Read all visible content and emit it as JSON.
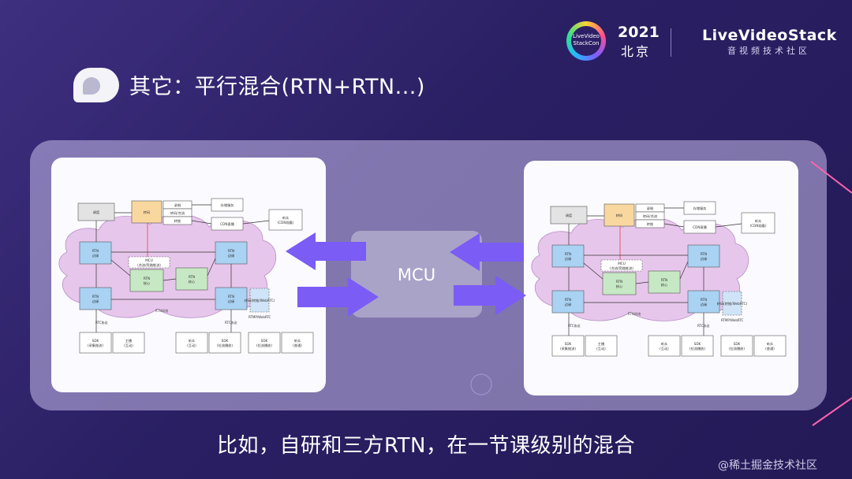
{
  "header": {
    "title": "其它：平行混合(RTN+RTN...)",
    "logo_ring_text": "LiveVideo StackCon",
    "year": "2021",
    "city": "北京",
    "brand": "LiveVideoStack",
    "brand_subtitle": "音视频技术社区"
  },
  "diagram": {
    "mcu_label": "MCU",
    "top_left_box": "调度",
    "orange_box": "转码",
    "right_small_boxes": [
      "录制",
      "转码/合流",
      "转推"
    ],
    "storage_box": "存储服务",
    "cdn_box": "CDN直播",
    "audience_box": "听众\n(CDN观看)",
    "rtn_edge_label": "RTN\n边缘",
    "mcu_inner_label": "MCU\n(合流/旁路推流)",
    "rtn_core_label": "RTN\n核心",
    "transcode_box": "转码(转推/WebRTC)",
    "cloud_label": "RTN网络",
    "rtc_protocol": "RTC协议",
    "rtmp_label": "RTMP/WebRTC",
    "sdk_boxes": [
      "SDK\n(采集推流)",
      "主播\n(互动)",
      "听众\n(互动)",
      "SDK\n(拉流播放)",
      "SDK\n(拉流播放)",
      "听众\n(普通)"
    ]
  },
  "subtitle": "比如，自研和三方RTN，在一节课级别的混合",
  "watermark": "@稀土掘金技术社区",
  "colors": {
    "background": "#2a1f63",
    "arrow": "#7b5cf5",
    "rtn_box": "#a9d2f3",
    "core_box": "#c7e8c4",
    "orange_box": "#f9d8a0",
    "cloud": "#e7c6ec"
  }
}
